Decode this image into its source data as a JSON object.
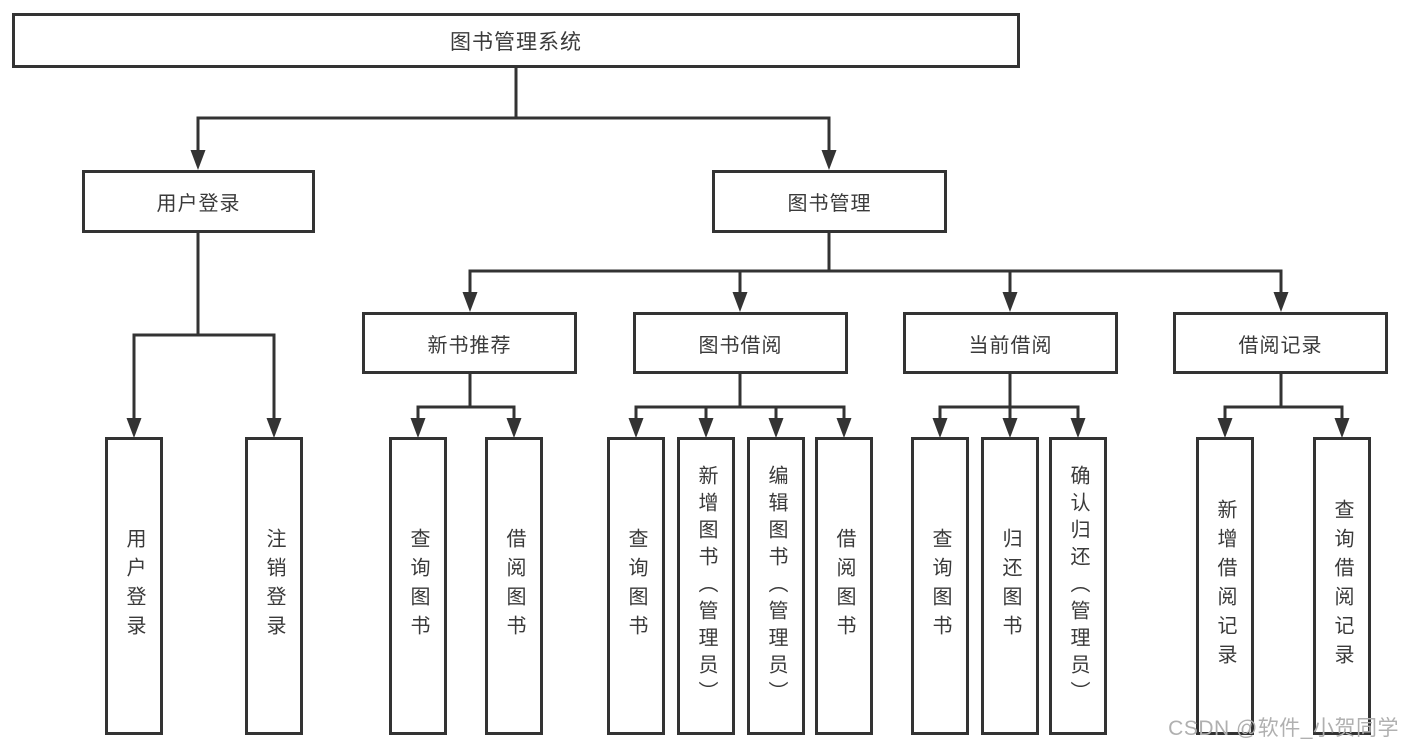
{
  "colors": {
    "background": "#ffffff",
    "line": "#333333",
    "box_border": "#333333",
    "text": "#3a3a3a",
    "watermark": "#b0b0b0"
  },
  "diagram": {
    "root": {
      "label": "图书管理系统"
    },
    "level2": [
      {
        "label": "用户登录"
      },
      {
        "label": "图书管理"
      }
    ],
    "level3": [
      {
        "label": "新书推荐"
      },
      {
        "label": "图书借阅"
      },
      {
        "label": "当前借阅"
      },
      {
        "label": "借阅记录"
      }
    ],
    "leaves": [
      "用户登录",
      "注销登录",
      "查询图书",
      "借阅图书",
      "查询图书",
      "新增图书（管理员）",
      "编辑图书（管理员）",
      "借阅图书",
      "查询图书",
      "归还图书",
      "确认归还（管理员）",
      "新增借阅记录",
      "查询借阅记录"
    ]
  },
  "watermark": {
    "text": "CSDN @软件_小贺同学"
  }
}
